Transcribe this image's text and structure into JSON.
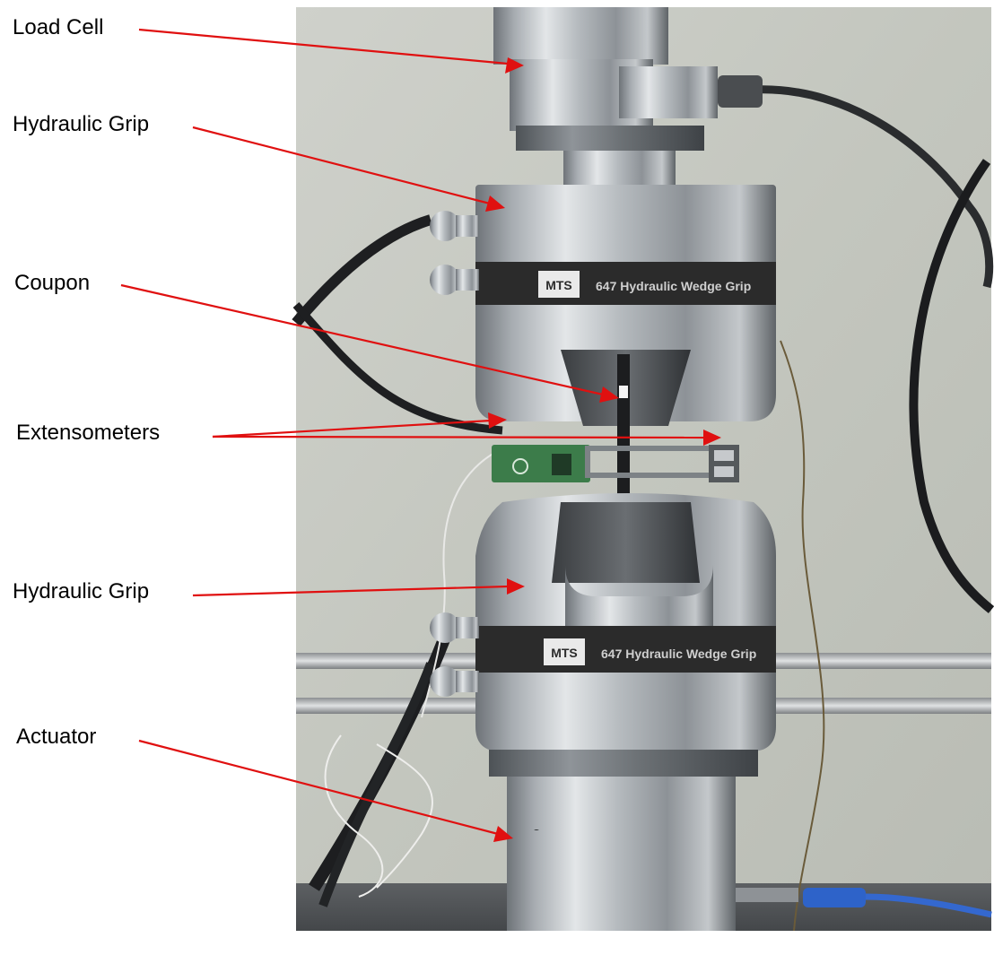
{
  "colors": {
    "arrow": "#e01010",
    "label_text": "#000000",
    "wall": "#c9cbc4",
    "steel": "#9ea3a8",
    "band": "#2b2b2b"
  },
  "labels": {
    "load_cell": "Load Cell",
    "upper_grip": "Hydraulic Grip",
    "coupon": "Coupon",
    "extensometers": "Extensometers",
    "lower_grip": "Hydraulic Grip",
    "actuator": "Actuator"
  },
  "photo": {
    "upper_band_brand": "MTS",
    "upper_band_text": "647 Hydraulic Wedge Grip",
    "lower_band_brand": "MTS",
    "lower_band_text": "647 Hydraulic Wedge Grip"
  }
}
